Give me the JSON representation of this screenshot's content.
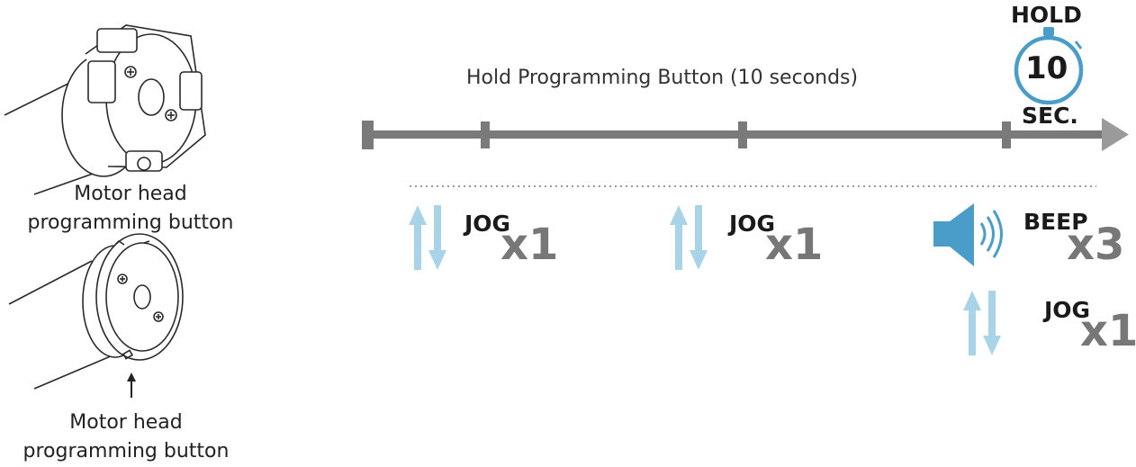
{
  "motors": [
    {
      "caption_line1": "Motor head",
      "caption_line2": "programming button"
    },
    {
      "caption_line1": "Motor head",
      "caption_line2": "programming button"
    }
  ],
  "instruction": "Hold Programming Button (10 seconds)",
  "timer": {
    "top_label": "HOLD",
    "number": "10",
    "bottom_label": "SEC."
  },
  "steps": [
    {
      "word": "JOG",
      "count": "x1"
    },
    {
      "word": "JOG",
      "count": "x1"
    },
    {
      "word": "BEEP",
      "count": "x3"
    },
    {
      "word": "JOG",
      "count": "x1"
    }
  ],
  "colors": {
    "timeline": "#7a7a7a",
    "arrow": "#a9d3e6",
    "speaker": "#4a9cc9",
    "dots": "#9a9a9a"
  }
}
